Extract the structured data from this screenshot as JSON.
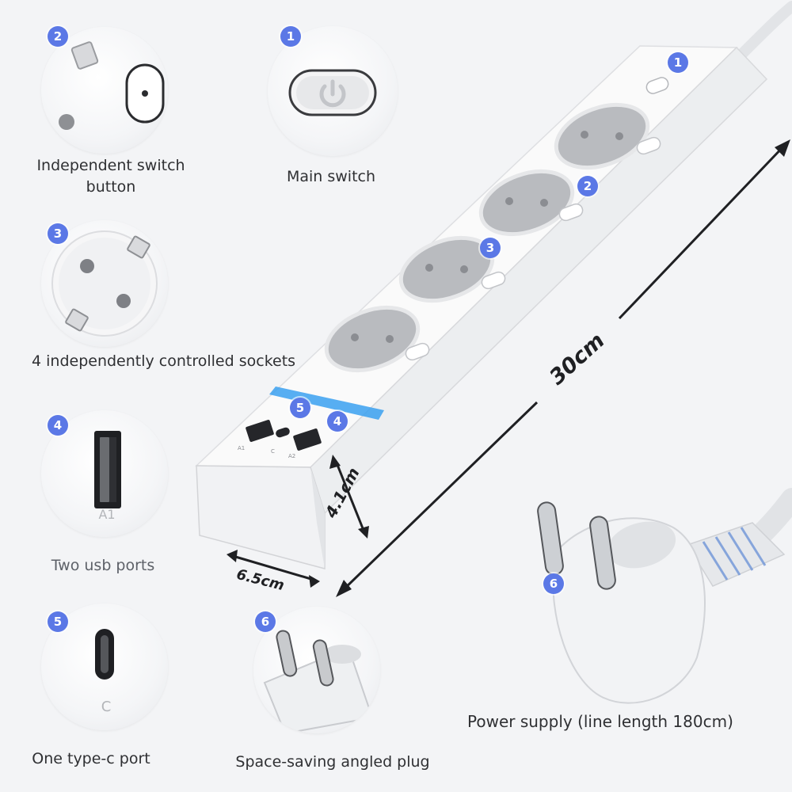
{
  "features": [
    {
      "badge": "2",
      "caption_line1": "Independent switch",
      "caption_line2": "button"
    },
    {
      "badge": "1",
      "caption": "Main switch"
    },
    {
      "badge": "3",
      "caption": "4 independently controlled sockets"
    },
    {
      "badge": "4",
      "caption": "Two usb ports",
      "port_label": "A1"
    },
    {
      "badge": "5",
      "caption": "One type-c port",
      "port_label": "C"
    },
    {
      "badge": "6",
      "caption": "Space-saving angled plug"
    }
  ],
  "product": {
    "callouts": {
      "main_switch": "1",
      "socket_switch": "2",
      "socket": "3",
      "usb_a": "4",
      "usb_c": "5",
      "plug": "6"
    },
    "usb_labels": [
      "A1",
      "C",
      "A2"
    ]
  },
  "dimensions": {
    "length": "30cm",
    "height": "4.1cm",
    "width": "6.5cm"
  },
  "power_supply": {
    "caption": "Power supply (line length 180cm)"
  },
  "colors": {
    "badge": "#5b78e6",
    "indicator": "#3aa0f0",
    "body": "#ffffff",
    "background": "#f3f4f6"
  }
}
